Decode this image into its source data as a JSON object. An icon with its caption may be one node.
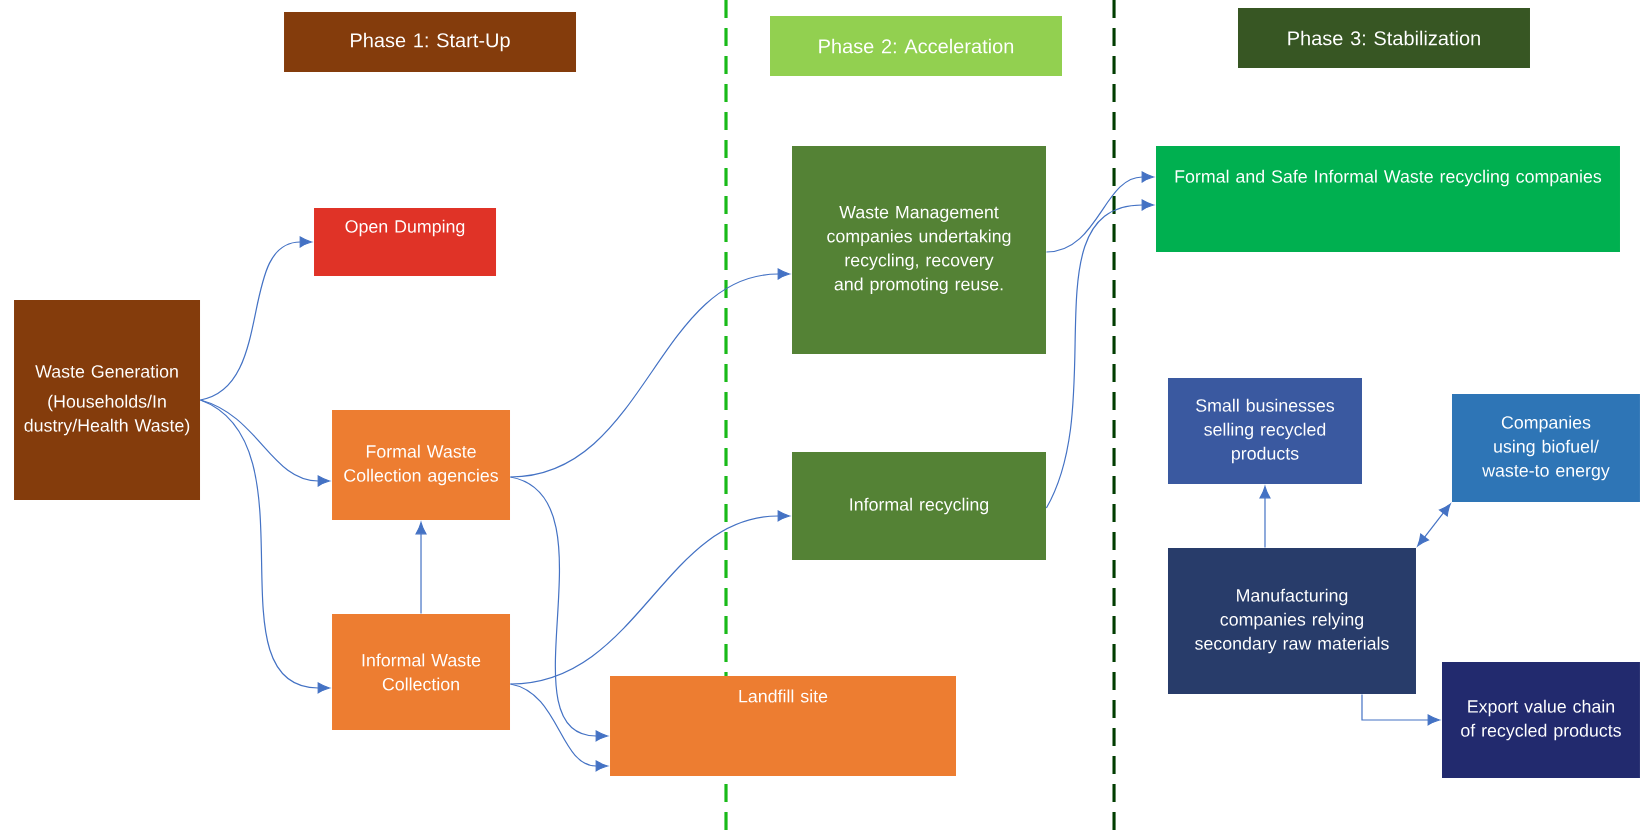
{
  "diagram": {
    "nodes": [
      {
        "text": [
          "Phase 1: Start-Up"
        ]
      },
      {
        "text": [
          "Phase 2: Acceleration"
        ]
      },
      {
        "text": [
          "Phase 3: Stabilization"
        ]
      },
      {
        "text": [
          "Waste Generation",
          "(Households/In dustry/Health Waste)"
        ]
      },
      {
        "text": [
          "Open Dumping"
        ]
      },
      {
        "text": [
          "Formal Waste Collection agencies"
        ]
      },
      {
        "text": [
          "Informal Waste Collection"
        ]
      },
      {
        "text": [
          "Landfill site"
        ]
      },
      {
        "text": [
          "Waste Management companies undertaking recycling, recovery and promoting reuse."
        ]
      },
      {
        "text": [
          "Informal recycling"
        ]
      },
      {
        "text": [
          "Formal and Safe Informal Waste recycling companies"
        ]
      },
      {
        "text": [
          "Small businesses selling recycled products"
        ]
      },
      {
        "text": [
          "Companies using biofuel/ waste-to energy"
        ]
      },
      {
        "text": [
          "Manufacturing companies relying secondary raw materials"
        ]
      },
      {
        "text": [
          "Export value chain of recycled products"
        ]
      }
    ],
    "edges": [
      {
        "from": 3,
        "to": 4,
        "arrow": "to"
      },
      {
        "from": 3,
        "to": 5,
        "arrow": "to"
      },
      {
        "from": 3,
        "to": 6,
        "arrow": "to"
      },
      {
        "from": 6,
        "to": 5,
        "arrow": "to"
      },
      {
        "from": 5,
        "to": 8,
        "arrow": "to"
      },
      {
        "from": 5,
        "to": 7,
        "arrow": "to"
      },
      {
        "from": 6,
        "to": 9,
        "arrow": "to"
      },
      {
        "from": 6,
        "to": 7,
        "arrow": "to"
      },
      {
        "from": 8,
        "to": 10,
        "arrow": "to"
      },
      {
        "from": 9,
        "to": 10,
        "arrow": "to"
      },
      {
        "from": 13,
        "to": 11,
        "arrow": "to"
      },
      {
        "from": 13,
        "to": 12,
        "arrow": "both"
      },
      {
        "from": 13,
        "to": 14,
        "arrow": "to"
      }
    ]
  }
}
